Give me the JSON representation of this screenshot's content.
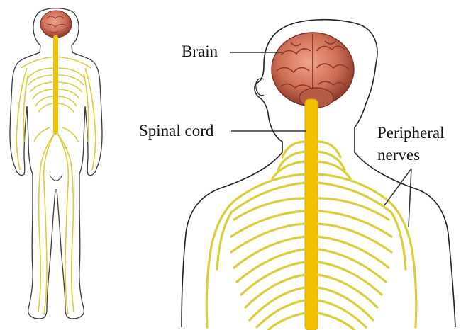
{
  "labels": {
    "brain": "Brain",
    "spinal_cord": "Spinal cord",
    "peripheral_line1": "Peripheral",
    "peripheral_line2": "nerves"
  },
  "colors": {
    "nerve": "#d9cf3c",
    "nerve_dark": "#b5a928",
    "spine": "#f2c200",
    "brain": "#cf6f57",
    "brain_dark": "#9a3f2e",
    "outline": "#222222",
    "leader": "#333333"
  }
}
